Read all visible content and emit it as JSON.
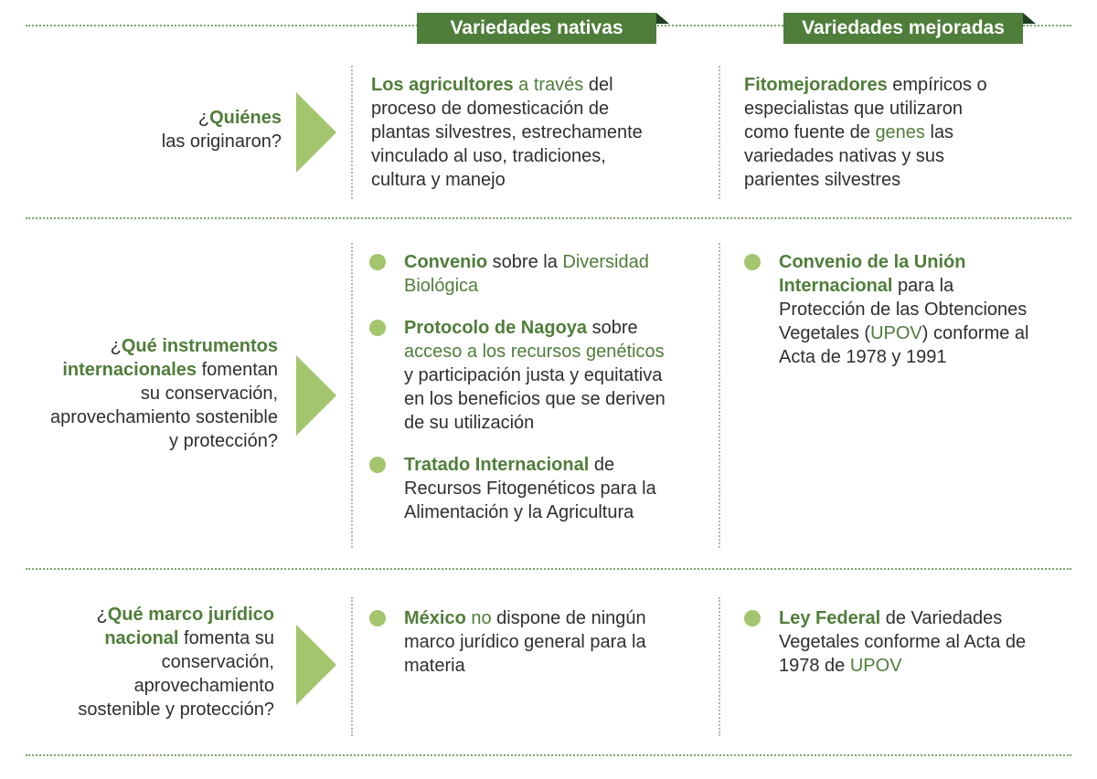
{
  "headers": {
    "nativas": "Variedades nativas",
    "mejoradas": "Variedades mejoradas"
  },
  "rows": [
    {
      "question": [
        {
          "t": "¿",
          "s": "n"
        },
        {
          "t": "Quiénes",
          "s": "hlb"
        },
        {
          "t": "\nlas originaron?",
          "s": "n"
        }
      ],
      "nativas": [
        {
          "text": [
            {
              "t": "Los agricultores",
              "s": "hlb"
            },
            {
              "t": " a través",
              "s": "hl"
            },
            {
              "t": " del\nproceso de domesticación de\nplantas silvestres, estrechamente\nvinculado al uso, tradiciones,\ncultura y manejo",
              "s": "n"
            }
          ]
        }
      ],
      "mejoradas": [
        {
          "text": [
            {
              "t": "Fitomejoradores",
              "s": "hlb"
            },
            {
              "t": " empíricos o\nespecialistas que utilizaron\ncomo fuente de ",
              "s": "n"
            },
            {
              "t": "genes",
              "s": "hl"
            },
            {
              "t": " las\nvariedades nativas y sus\nparientes silvestres",
              "s": "n"
            }
          ]
        }
      ]
    },
    {
      "question": [
        {
          "t": "¿",
          "s": "n"
        },
        {
          "t": "Qué instrumentos\ninternacionales",
          "s": "hlb"
        },
        {
          "t": " fomentan\nsu conservación,\naprovechamiento sostenible\ny protección?",
          "s": "n"
        }
      ],
      "nativas": [
        {
          "text": [
            {
              "t": "Convenio",
              "s": "hlb"
            },
            {
              "t": " sobre la ",
              "s": "n"
            },
            {
              "t": "Diversidad\nBiológica",
              "s": "hl"
            }
          ]
        },
        {
          "text": [
            {
              "t": "Protocolo de Nagoya",
              "s": "hlb"
            },
            {
              "t": " sobre\n",
              "s": "n"
            },
            {
              "t": "acceso a los recursos genéticos",
              "s": "hl"
            },
            {
              "t": "\ny participación justa y equitativa\nen los beneficios que se deriven\nde su utilización",
              "s": "n"
            }
          ]
        },
        {
          "text": [
            {
              "t": "Tratado Internacional",
              "s": "hlb"
            },
            {
              "t": " de\nRecursos Fitogenéticos para la\nAlimentación y la Agricultura",
              "s": "n"
            }
          ]
        }
      ],
      "mejoradas": [
        {
          "text": [
            {
              "t": "Convenio de la Unión\nInternacional",
              "s": "hlb"
            },
            {
              "t": " para la\nProtección de las Obtenciones\nVegetales (",
              "s": "n"
            },
            {
              "t": "UPOV",
              "s": "hl"
            },
            {
              "t": ") conforme al\nActa de 1978 y 1991",
              "s": "n"
            }
          ]
        }
      ]
    },
    {
      "question": [
        {
          "t": "¿",
          "s": "n"
        },
        {
          "t": "Qué marco jurídico\nnacional",
          "s": "hlb"
        },
        {
          "t": " fomenta su\nconservación,\naprovechamiento\nsostenible y protección?",
          "s": "n"
        }
      ],
      "nativas": [
        {
          "text": [
            {
              "t": "México",
              "s": "hlb"
            },
            {
              "t": " no",
              "s": "hl"
            },
            {
              "t": " dispone de ningún\nmarco jurídico general para la\nmateria",
              "s": "n"
            }
          ]
        }
      ],
      "mejoradas": [
        {
          "text": [
            {
              "t": "Ley Federal",
              "s": "hlb"
            },
            {
              "t": " de Variedades\nVegetales conforme al Acta de\n1978 de ",
              "s": "n"
            },
            {
              "t": "UPOV",
              "s": "hl"
            }
          ]
        }
      ]
    }
  ]
}
